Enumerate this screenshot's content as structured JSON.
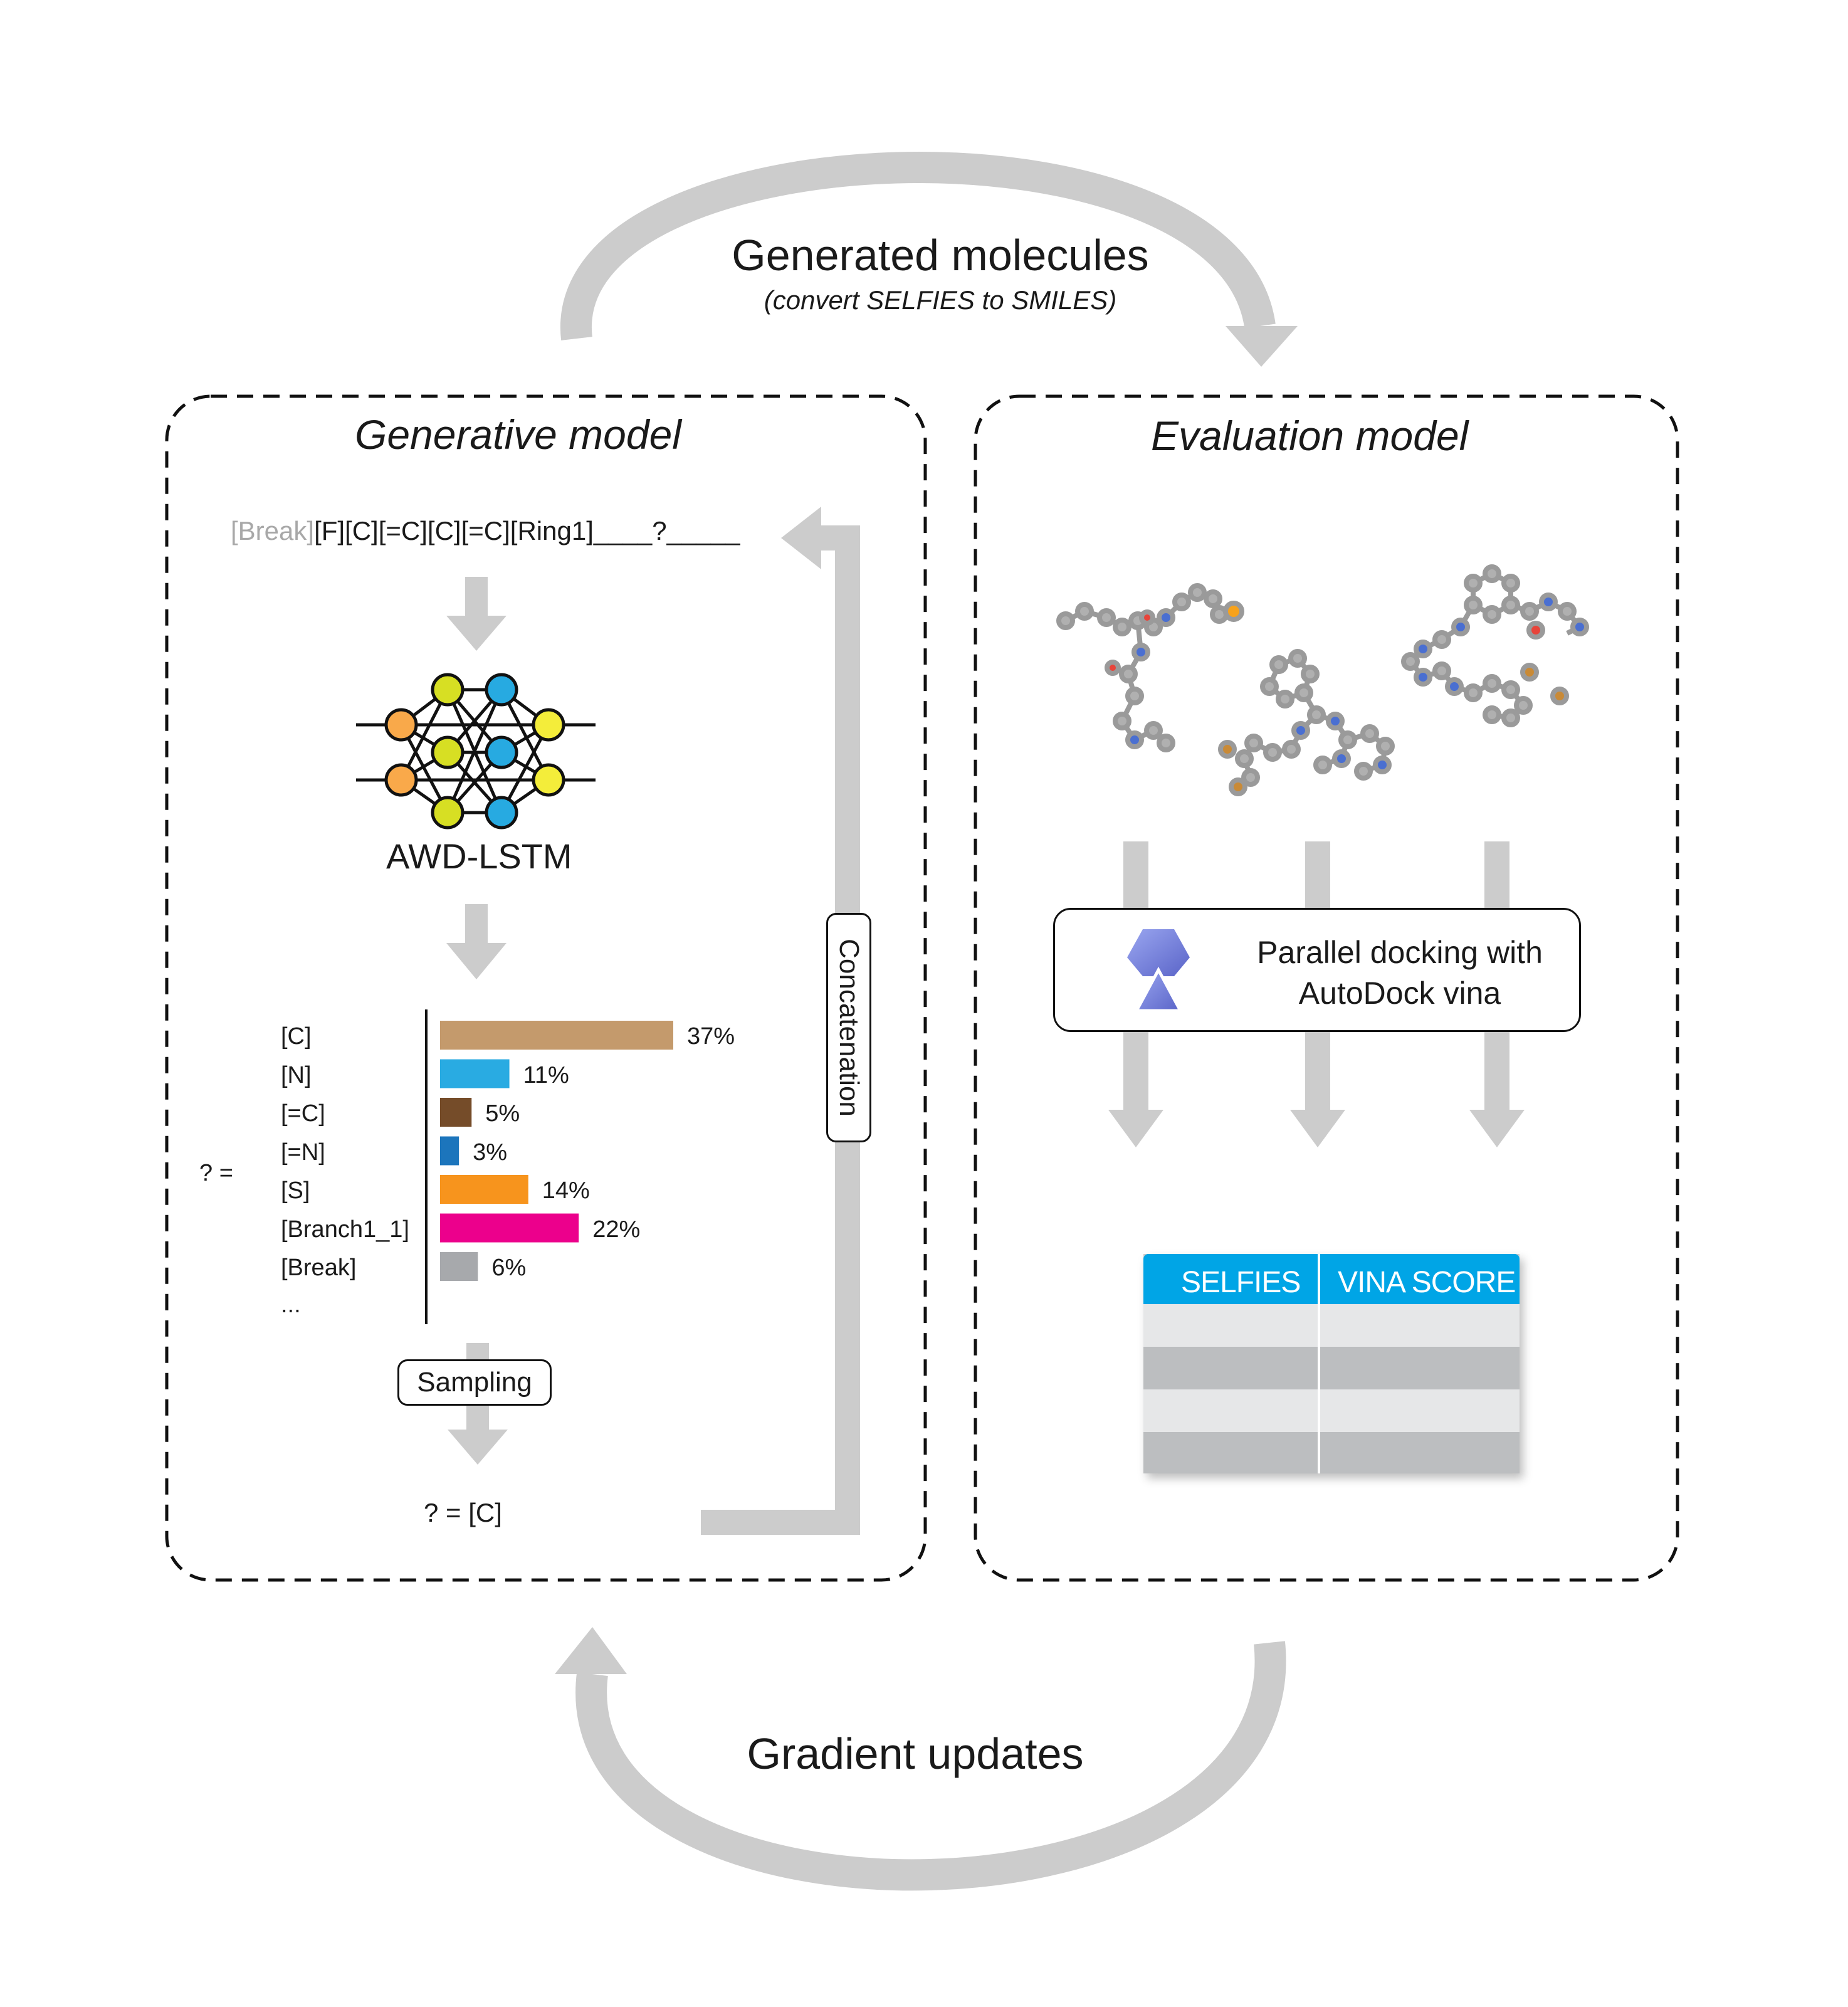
{
  "top_label": {
    "title": "Generated molecules",
    "subtitle": "(convert SELFIES to SMILES)"
  },
  "bottom_label": {
    "title": "Gradient updates"
  },
  "generative": {
    "title": "Generative model",
    "sequence_prefix": "[Break]",
    "sequence_main": "[F][C][=C][C][=C][Ring1]____?_____",
    "model_name": "AWD-LSTM",
    "question_eq": "?  =",
    "sampling_label": "Sampling",
    "concatenation_label": "Concatenation",
    "result": "?   =   [C]",
    "ellipsis": "..."
  },
  "chart_data": {
    "type": "bar",
    "orientation": "horizontal",
    "categories": [
      "[C]",
      "[N]",
      "[=C]",
      "[=N]",
      "[S]",
      "[Branch1_1]",
      "[Break]"
    ],
    "values": [
      37,
      11,
      5,
      3,
      14,
      22,
      6
    ],
    "value_labels": [
      "37%",
      "11%",
      "5%",
      "3%",
      "14%",
      "22%",
      "6%"
    ],
    "colors": [
      "#c49a6c",
      "#29abe2",
      "#754c29",
      "#1c75bc",
      "#f7941d",
      "#ec008c",
      "#a7a9ac"
    ],
    "xlim": [
      0,
      37
    ]
  },
  "evaluation": {
    "title": "Evaluation model",
    "docking_line1": "Parallel docking with",
    "docking_line2": "AutoDock vina",
    "table_headers": [
      "SELFIES",
      "VINA SCORE"
    ]
  },
  "colors": {
    "arrow": "#cccccc",
    "table_header": "#00a5e6",
    "row_light": "#e6e7e8",
    "row_dark": "#bcbec0"
  }
}
